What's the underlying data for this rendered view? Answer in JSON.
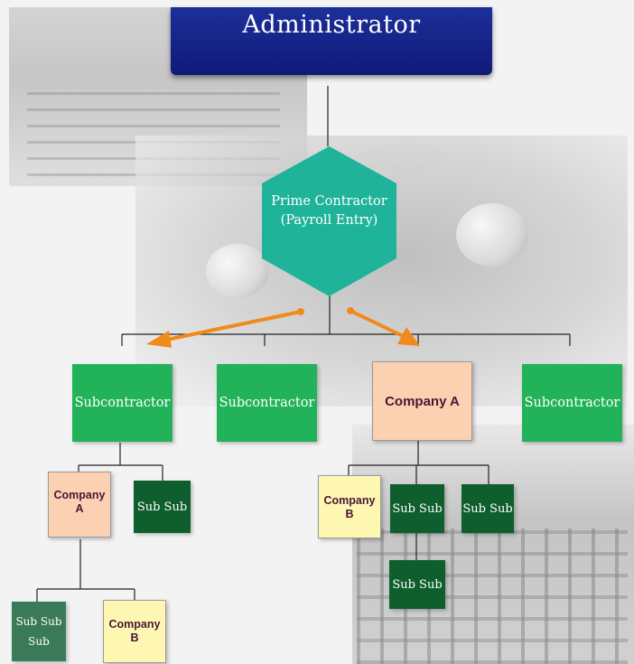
{
  "title": "Administrator",
  "prime_contractor": {
    "line1": "Prime Contractor",
    "line2": "(Payroll Entry)"
  },
  "subcontractors": [
    {
      "label": "Subcontractor"
    },
    {
      "label": "Subcontractor"
    },
    {
      "label": "Company A"
    },
    {
      "label": "Subcontractor"
    }
  ],
  "left_branch": {
    "company_a": {
      "line1": "Company",
      "line2": "A"
    },
    "sub_sub": "Sub Sub",
    "sub_sub_sub": {
      "line1": "Sub Sub",
      "line2": "Sub"
    },
    "company_b": {
      "line1": "Company",
      "line2": "B"
    }
  },
  "right_branch": {
    "company_b": {
      "line1": "Company",
      "line2": "B"
    },
    "sub_sub_1": "Sub Sub",
    "sub_sub_2": "Sub Sub",
    "sub_sub_3": "Sub Sub"
  },
  "colors": {
    "admin": "#14227f",
    "hexagon": "#1fb39a",
    "subcontractor": "#22b35a",
    "subsub": "#0f5f2e",
    "company_a": "#fbd1b1",
    "company_b": "#fdf7b2",
    "arrow": "#f08a1a"
  }
}
